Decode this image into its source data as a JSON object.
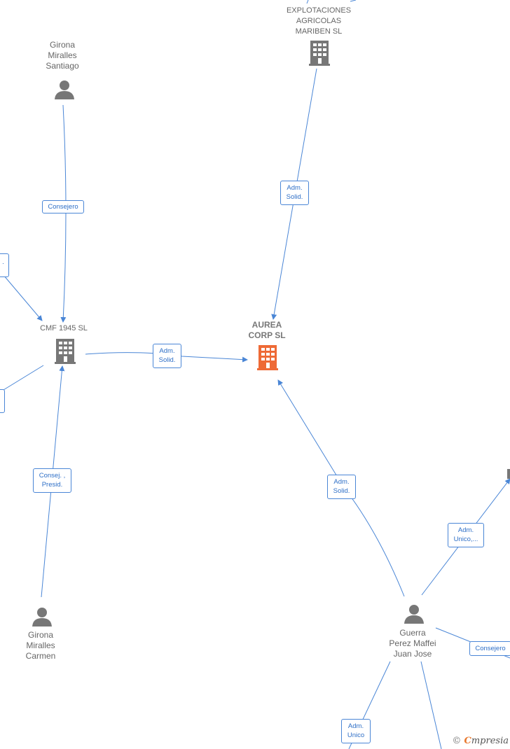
{
  "colors": {
    "edge": "#4a86d6",
    "icon": "#777777",
    "main_icon": "#ee6a36"
  },
  "nodes": {
    "explotaciones": {
      "label": "EXPLOTACIONES\nAGRICOLAS\nMARIBEN SL",
      "icon": "building-icon"
    },
    "girona_santiago": {
      "label": "Girona\nMiralles\nSantiago",
      "icon": "person-icon"
    },
    "aurea": {
      "label": "AUREA\nCORP  SL",
      "icon": "building-icon"
    },
    "cmf": {
      "label": "CMF 1945 SL",
      "icon": "building-icon"
    },
    "girona_carmen": {
      "label": "Girona\nMiralles\nCarmen",
      "icon": "person-icon"
    },
    "guerra": {
      "label": "Guerra\nPerez Maffei\nJuan Jose",
      "icon": "person-icon"
    }
  },
  "edges": {
    "consejero_top": "Consejero",
    "adm_solid_expl": "Adm.\nSolid.",
    "adm_solid_cmf": "Adm.\nSolid.",
    "consej_presid": "Consej. ,\nPresid.",
    "adm_solid_guerra": "Adm.\nSolid.",
    "adm_unico_trunc": "Adm.\nUnico,...",
    "consejero_right": "Consejero",
    "adm_unico_bottom": "Adm.\nUnico",
    "left_stub": "·"
  },
  "brand": {
    "copyright": "©",
    "name_first": "C",
    "name_rest": "mpresia"
  }
}
